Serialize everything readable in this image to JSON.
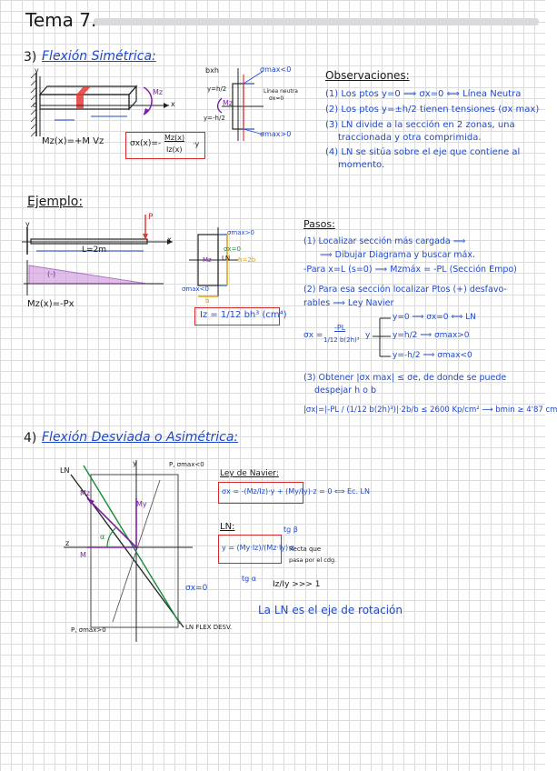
{
  "header": {
    "title": "Tema 7."
  },
  "colors": {
    "ink": "#1a1a1a",
    "blue": "#1f49c9",
    "red": "#c62828",
    "purple": "#7b1fa2",
    "green": "#1b8a3c",
    "header_bar": "#d9d9de"
  },
  "s3": {
    "number": "3)",
    "title": "Flexión Simétrica:",
    "fig": {
      "y": "y",
      "x": "x",
      "o": "o",
      "mz": "Mz"
    },
    "mz_formula": "Mz(x)=+M Vz",
    "sigma_formula": {
      "left": "σx(x)=-",
      "num": "Mz(x)",
      "den": "Iz(x)",
      "tail": "·y"
    },
    "section": {
      "bxh": "bxh",
      "sigma_top": "σmax<0",
      "sigma_bot": "σmax>0",
      "neutral": "Línea neutra",
      "neutral2": "σx=0",
      "mz": "Mz",
      "y_top": "y=h/2",
      "y_bot": "y=-h/2"
    },
    "obs_title": "Observaciones:",
    "obs": [
      "(1) Los ptos y=0 ⟹ σx=0 ⟺ Línea Neutra",
      "(2) Los ptos y=±h/2 tienen tensiones (σx max)",
      "(3) LN divide a la sección en 2 zonas, una",
      "traccionada y otra comprimida.",
      "(4) LN se sitúa sobre el eje que contiene al",
      "momento."
    ]
  },
  "ejemplo": {
    "title": "Ejemplo:",
    "load": "P",
    "length": "L=2m",
    "axis_x": "x",
    "axis_y": "y",
    "moment_diag_label": "(-)",
    "mz_expr": "Mz(x)=-Px",
    "section": {
      "top": "σmax>0",
      "mid": "σx=0",
      "bot": "σmax<0",
      "h": "h=2b",
      "ln": "LN",
      "mz": "Mz",
      "b": "b"
    },
    "iz_formula": "Iz = 1/12 bh³ (cm⁴)",
    "pasos_title": "Pasos:",
    "pasos": [
      "(1) Localizar sección más cargada ⟹",
      "⟹ Dibujar Diagrama y buscar máx.",
      "-Para x=L (s=0) ⟹ Mzmáx = -PL  (Sección Empo)",
      "(2) Para esa sección localizar Ptos (+) desfavo-",
      "rables ⟹ Ley Navier",
      "(3) Obtener |σx max| ≤ σe, de donde se puede",
      "despejar h o b"
    ],
    "navier": {
      "left": "σx =",
      "num": "-PL",
      "den": "1/12 b(2h)³",
      "y": "y",
      "b1": "y=0 ⟹ σx=0 ⟺ LN",
      "b2": "y=h/2 ⟹ σmax>0",
      "b3": "y=-h/2 ⟹ σmax<0"
    },
    "final": "|σx|=|-PL / (1/12 b(2h)³)|·2b/b ≤ 2600 Kp/cm² ⟶ bmin ≥ 4'87 cm"
  },
  "s4": {
    "number": "4)",
    "title": "Flexión Desviada o Asimétrica:",
    "fig": {
      "ln": "LN",
      "y": "y",
      "z": "z",
      "mz": "Mz",
      "my": "My",
      "m": "M",
      "alpha": "α",
      "beta": "β",
      "top_right": "P, σmax<0",
      "bottom_left": "P, σmax>0",
      "sigma0": "σx=0",
      "ln_flex": "LN FLEX DESV."
    },
    "ley_title": "Ley de Navier:",
    "ley_formula": "σx = -(Mz/Iz)·y + (My/Iy)·z = 0 ⟺ Ec. LN",
    "ln_title": "LN:",
    "ln_formula": "y = (My·Iz)/(Mz·Iy)·z",
    "tg_beta": "tg β",
    "recta": "Recta que",
    "recta2": "pasa por el cdg.",
    "tg_alpha": "tg α",
    "iz_iy": "Iz/Iy >>> 1",
    "conclusion": "La LN es el eje de rotación"
  }
}
